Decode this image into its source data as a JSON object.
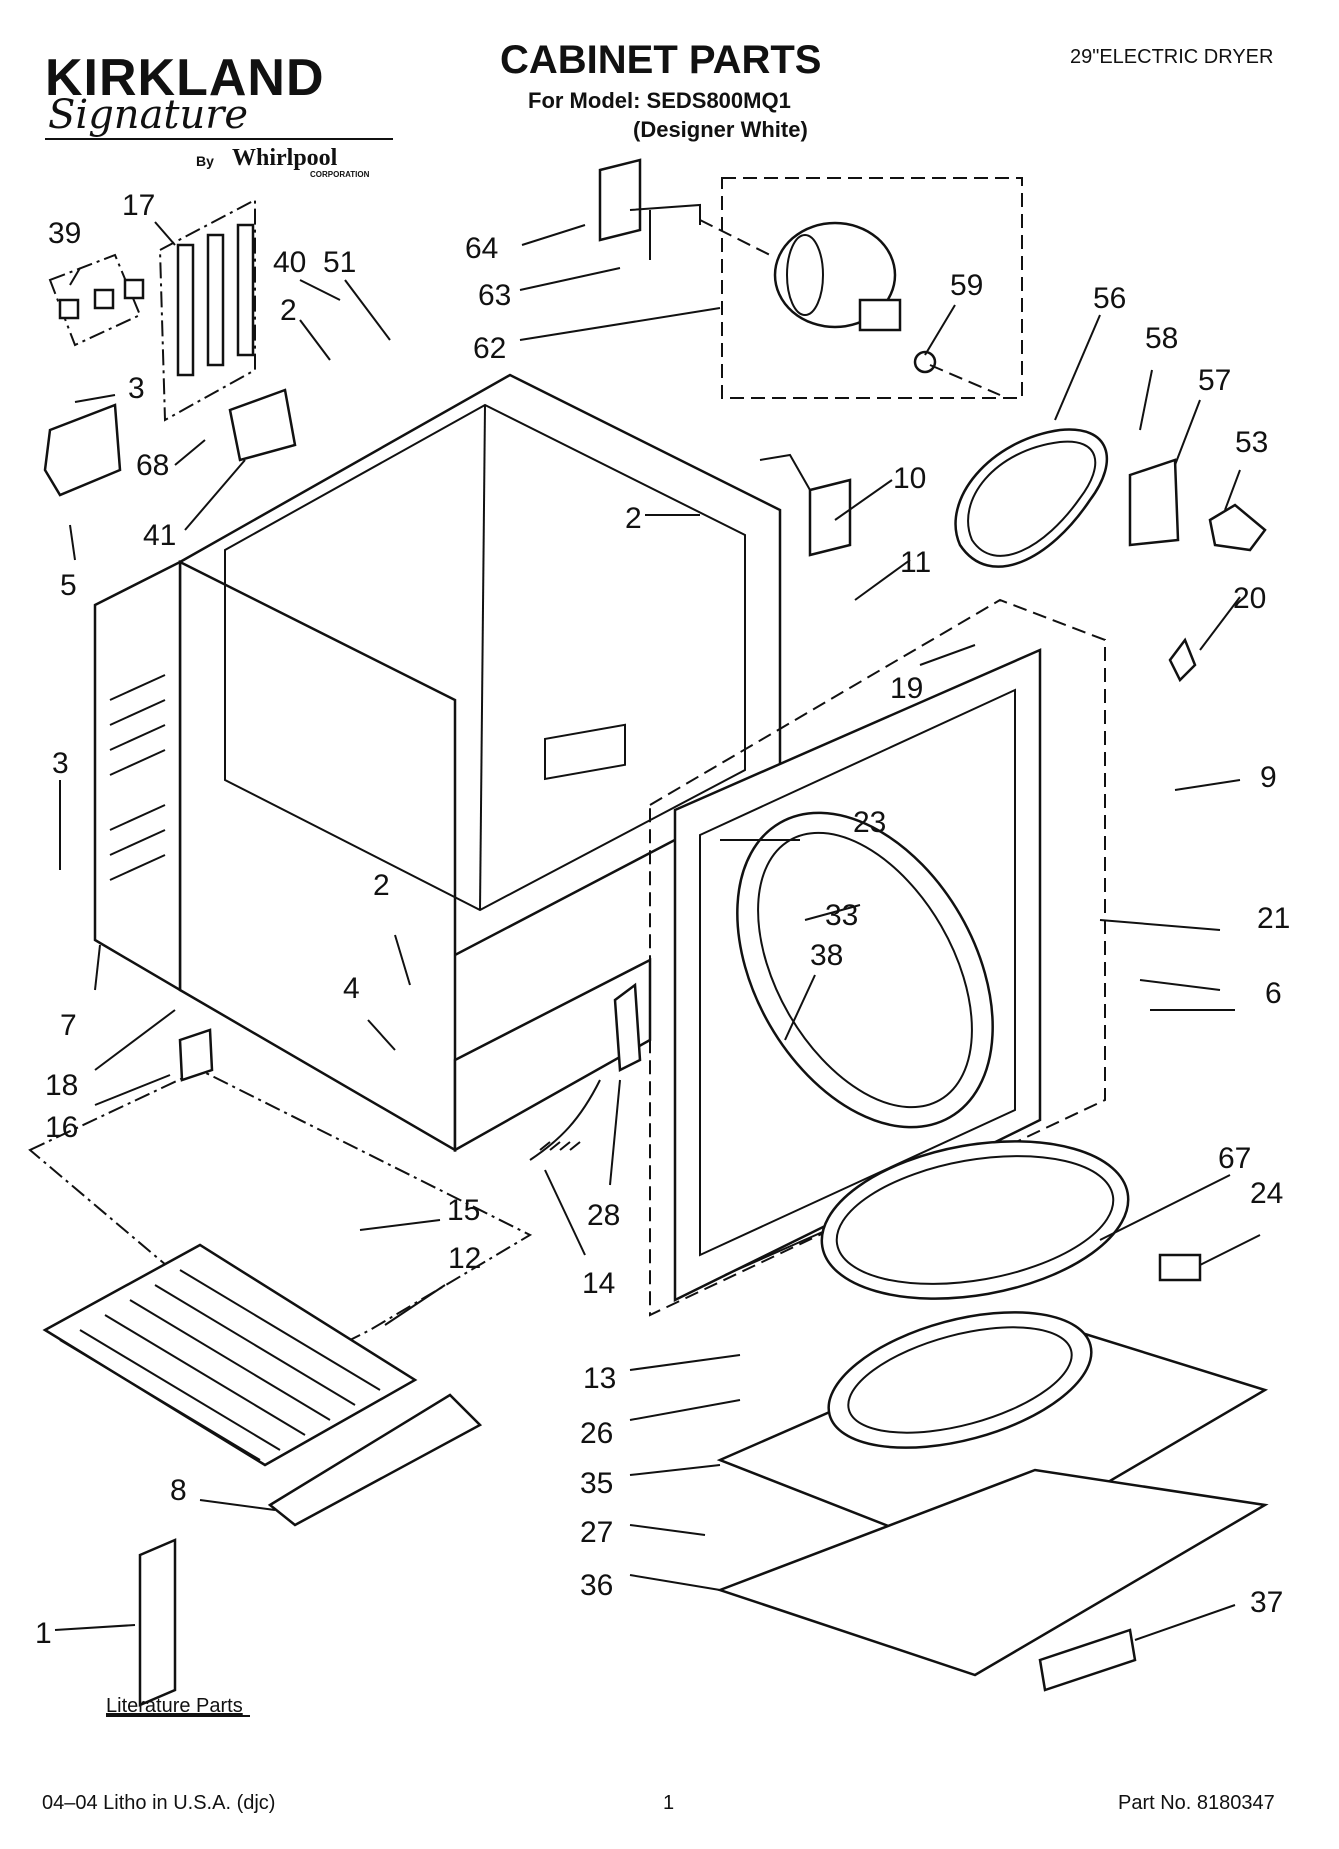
{
  "header": {
    "brand": "KIRKLAND",
    "brand_sub": "Signature",
    "by": "By",
    "maker": "Whirlpool",
    "maker_sub": "CORPORATION",
    "title": "CABINET PARTS",
    "model_line": "For Model: SEDS800MQ1",
    "variant_line": "(Designer White)",
    "product": "29\"ELECTRIC DRYER"
  },
  "callouts": [
    "64",
    "63",
    "62",
    "59",
    "56",
    "58",
    "57",
    "53",
    "39",
    "17",
    "40",
    "51",
    "2",
    "3",
    "68",
    "41",
    "5",
    "10",
    "11",
    "20",
    "19",
    "9",
    "3",
    "23",
    "33",
    "21",
    "38",
    "6",
    "7",
    "2",
    "4",
    "18",
    "16",
    "15",
    "28",
    "14",
    "12",
    "67",
    "24",
    "13",
    "26",
    "35",
    "27",
    "36",
    "8",
    "1",
    "37",
    "2",
    "6"
  ],
  "literature_label": "Literature Parts",
  "footer": {
    "left": "04–04 Litho in U.S.A. (djc)",
    "page": "1",
    "part_no": "Part No. 8180347"
  }
}
